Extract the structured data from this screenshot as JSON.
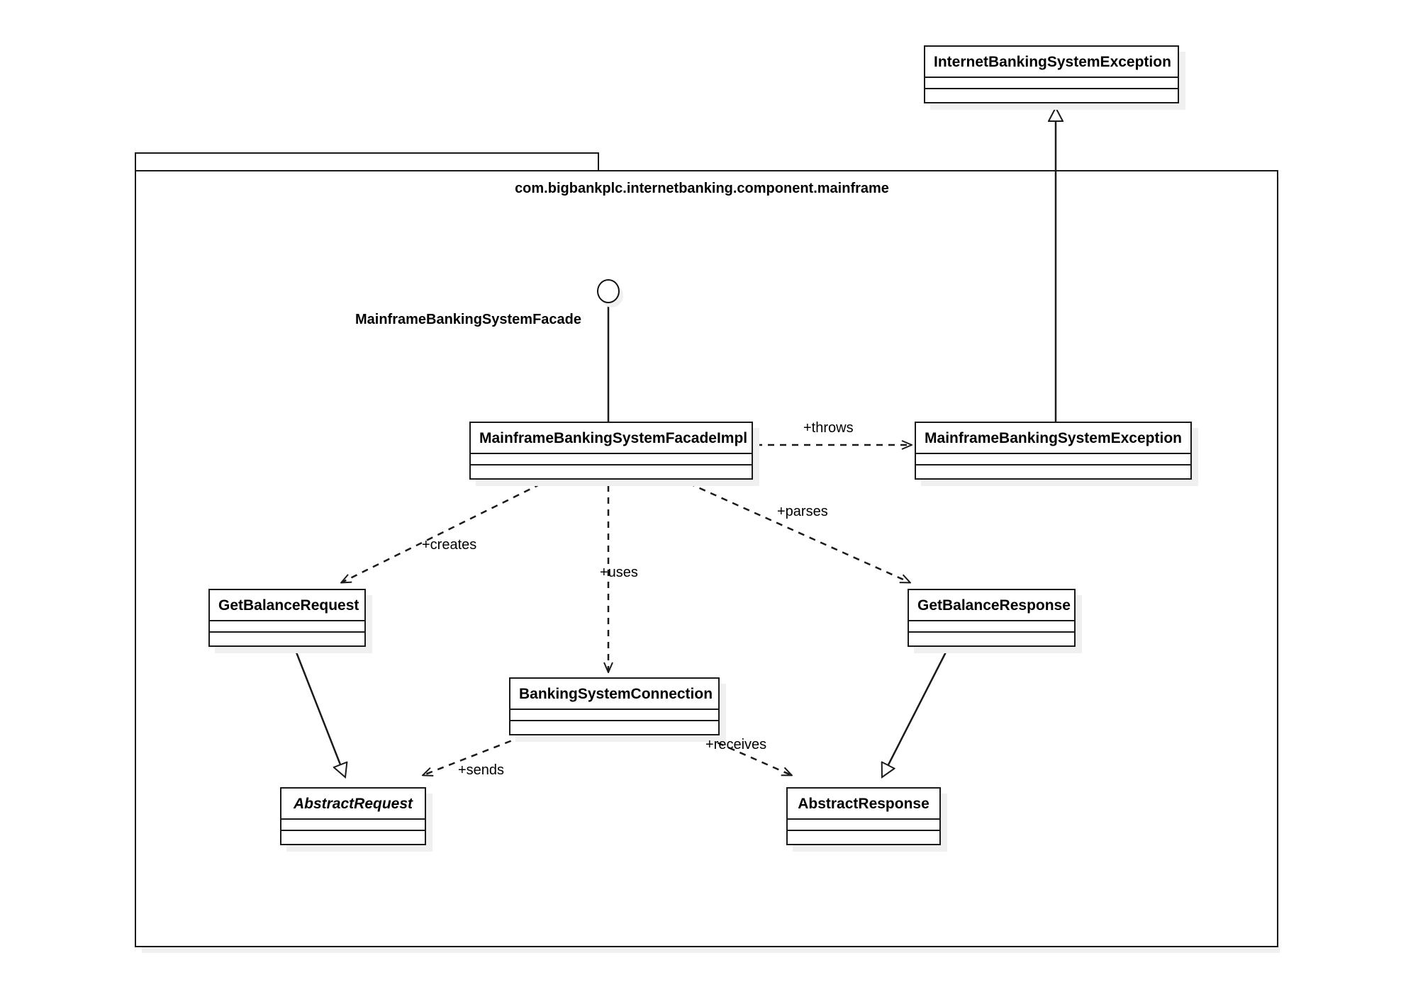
{
  "diagram": {
    "kind": "uml-class-diagram",
    "package": {
      "name": "com.bigbankplc.internetbanking.component.mainframe"
    },
    "interface": {
      "name": "MainframeBankingSystemFacade",
      "notation": "lollipop"
    },
    "classes": [
      {
        "id": "internetBankingSystemException",
        "name": "InternetBankingSystemException",
        "abstract": false
      },
      {
        "id": "mainframeBankingSystemFacadeImpl",
        "name": "MainframeBankingSystemFacadeImpl",
        "abstract": false
      },
      {
        "id": "mainframeBankingSystemException",
        "name": "MainframeBankingSystemException",
        "abstract": false
      },
      {
        "id": "getBalanceRequest",
        "name": "GetBalanceRequest",
        "abstract": false
      },
      {
        "id": "getBalanceResponse",
        "name": "GetBalanceResponse",
        "abstract": false
      },
      {
        "id": "bankingSystemConnection",
        "name": "BankingSystemConnection",
        "abstract": false
      },
      {
        "id": "abstractRequest",
        "name": "AbstractRequest",
        "abstract": true
      },
      {
        "id": "abstractResponse",
        "name": "AbstractResponse",
        "abstract": false
      }
    ],
    "relationships": [
      {
        "id": "rel-throws",
        "from": "mainframeBankingSystemFacadeImpl",
        "to": "mainframeBankingSystemException",
        "type": "dependency",
        "label": "+throws"
      },
      {
        "id": "rel-creates",
        "from": "mainframeBankingSystemFacadeImpl",
        "to": "getBalanceRequest",
        "type": "dependency",
        "label": "+creates"
      },
      {
        "id": "rel-uses",
        "from": "mainframeBankingSystemFacadeImpl",
        "to": "bankingSystemConnection",
        "type": "dependency",
        "label": "+uses"
      },
      {
        "id": "rel-parses",
        "from": "mainframeBankingSystemFacadeImpl",
        "to": "getBalanceResponse",
        "type": "dependency",
        "label": "+parses"
      },
      {
        "id": "rel-sends",
        "from": "bankingSystemConnection",
        "to": "abstractRequest",
        "type": "dependency",
        "label": "+sends"
      },
      {
        "id": "rel-receives",
        "from": "bankingSystemConnection",
        "to": "abstractResponse",
        "type": "dependency",
        "label": "+receives"
      },
      {
        "id": "rel-gen-exception",
        "from": "mainframeBankingSystemException",
        "to": "internetBankingSystemException",
        "type": "generalization",
        "label": ""
      },
      {
        "id": "rel-gen-request",
        "from": "getBalanceRequest",
        "to": "abstractRequest",
        "type": "generalization",
        "label": ""
      },
      {
        "id": "rel-gen-response",
        "from": "getBalanceResponse",
        "to": "abstractResponse",
        "type": "generalization",
        "label": ""
      },
      {
        "id": "rel-realize-facade",
        "from": "mainframeBankingSystemFacadeImpl",
        "to": "MainframeBankingSystemFacade",
        "type": "realization-lollipop",
        "label": ""
      }
    ],
    "colors": {
      "line": "#1a1a1a",
      "fill": "#ffffff",
      "shadow": "#f0f0f0",
      "text": "#000000",
      "background": "#ffffff"
    }
  }
}
